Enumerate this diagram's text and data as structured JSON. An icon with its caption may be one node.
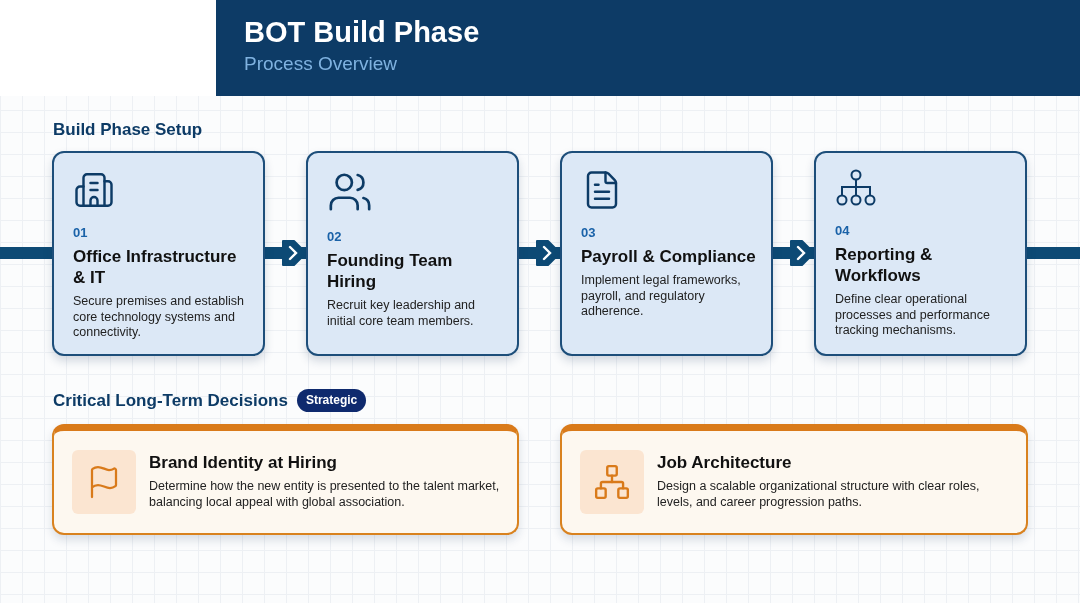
{
  "diagram": {
    "title": "BOT Build Phase",
    "nodes": [
      {
        "text": [
          "01",
          "Office Infrastructure & IT",
          "Secure premises and establish core technology systems and connectivity."
        ]
      },
      {
        "text": [
          "02",
          "Founding Team Hiring",
          "Recruit key leadership and initial core team members."
        ]
      },
      {
        "text": [
          "03",
          "Payroll & Compliance",
          "Implement legal frameworks, payroll, and regulatory adherence."
        ]
      },
      {
        "text": [
          "04",
          "Reporting & Workflows",
          "Define clear operational processes and performance tracking mechanisms."
        ]
      },
      {
        "text": [
          "Brand Identity at Hiring",
          "Determine how the new entity is presented to the talent market, balancing local appeal with global association."
        ]
      },
      {
        "text": [
          "Job Architecture",
          "Design a scalable organizational structure with clear roles, levels, and career progression paths."
        ]
      }
    ],
    "edges": [
      {
        "from": null,
        "to": 0,
        "arrow": "none"
      },
      {
        "from": 0,
        "to": 1,
        "arrow": "to"
      },
      {
        "from": 1,
        "to": 2,
        "arrow": "to"
      },
      {
        "from": 2,
        "to": 3,
        "arrow": "to"
      },
      {
        "from": 3,
        "to": null,
        "arrow": "none"
      }
    ],
    "labels": [
      "Process Overview",
      "Build Phase Setup",
      "Critical Long-Term Decisions",
      "Strategic"
    ]
  }
}
